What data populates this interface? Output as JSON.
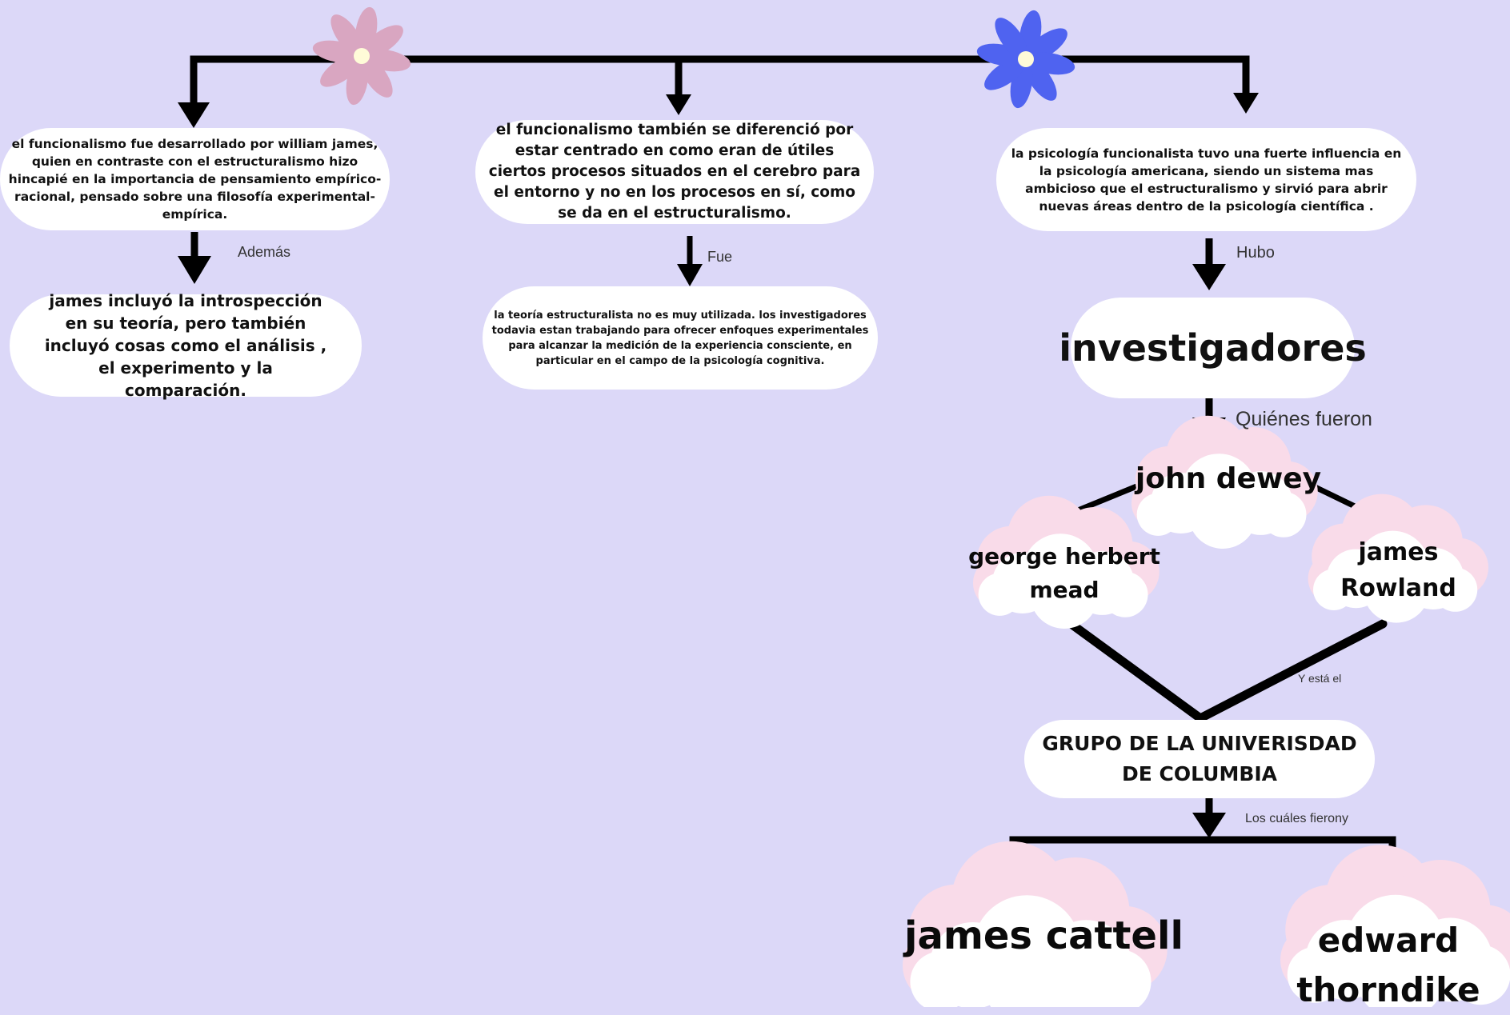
{
  "colors": {
    "background": "#dcd8f8",
    "box": "#ffffff",
    "line": "#000000",
    "flower_pink": "#d9a6c1",
    "flower_blue": "#4f63f0",
    "cloud": "#f9dbe9"
  },
  "icons": [
    "flower-pink-icon",
    "flower-blue-icon",
    "cloud-icon"
  ],
  "column1": {
    "box1": "el funcionalismo fue desarrollado por william james, quien en contraste con el estructuralismo hizo hincapié en la importancia de pensamiento empírico-racional, pensado sobre una filosofía experimental- empírica.",
    "connector": "Además",
    "box2": "james incluyó la introspección en su teoría, pero también incluyó cosas como el análisis , el experimento y la comparación."
  },
  "column2": {
    "box1": "el funcionalismo también se diferenció por estar centrado en como eran de útiles ciertos procesos situados en el cerebro para el entorno y no en los procesos en sí, como se da en el estructuralismo.",
    "connector": "Fue",
    "box2": "la teoría estructuralista no es muy utilizada. los investigadores todavia estan trabajando para ofrecer enfoques experimentales para alcanzar la medición de la experiencia consciente, en particular en el campo de la psicología cognitiva."
  },
  "column3": {
    "box1": "la psicología funcionalista tuvo una fuerte influencia en la psicología americana, siendo un sistema mas ambicioso que el estructuralismo y sirvió para abrir nuevas áreas dentro de la psicología científica .",
    "connector1": "Hubo",
    "box2": "investigadores",
    "connector2": "Quiénes fueron",
    "person1": "john dewey",
    "person2": "george herbert mead",
    "person3": "james Rowland",
    "connector3": "Y está el",
    "group": "GRUPO DE LA UNIVERISDAD DE COLUMBIA",
    "connector4": "Los cuáles fierony",
    "person4": "james cattell",
    "person5": "edward thorndike"
  }
}
